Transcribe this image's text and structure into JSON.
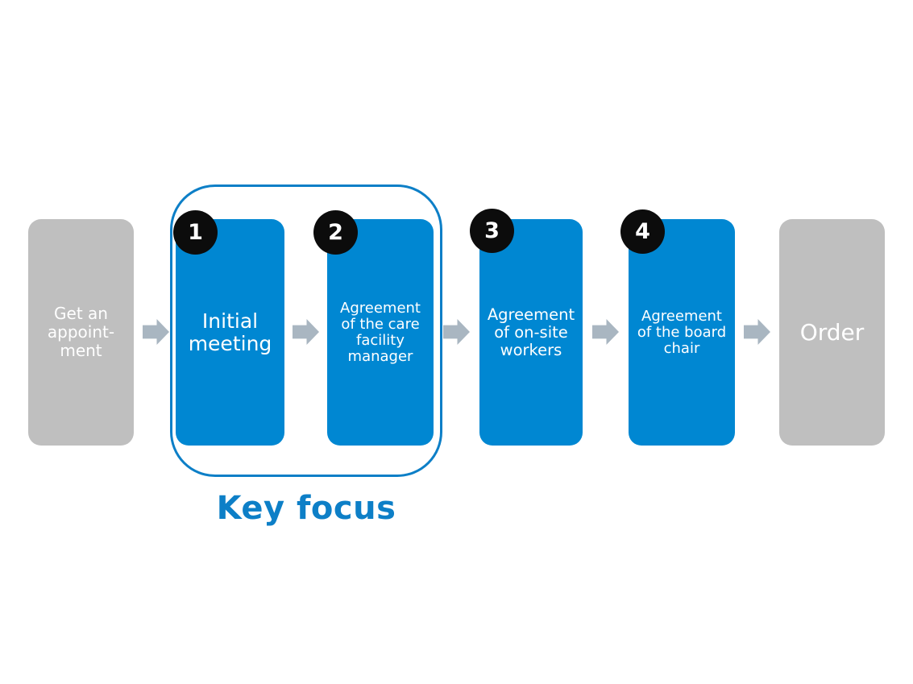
{
  "colors": {
    "box_blue": "#0087d2",
    "box_gray": "#bfbfbf",
    "accent_blue": "#0d7fc7",
    "arrow_gray": "#a9b6c1",
    "badge_black": "#0c0c0c",
    "text_white": "#ffffff",
    "canvas_bg": "#ffffff"
  },
  "steps": [
    {
      "label": "Get an\nappoint-\nment",
      "type": "muted"
    },
    {
      "label": "Initial\nmeeting",
      "type": "highlight",
      "badge": "1"
    },
    {
      "label": "Agreement\nof the care\nfacility\nmanager",
      "type": "highlight",
      "badge": "2"
    },
    {
      "label": "Agreement\nof on-site\nworkers",
      "type": "highlight",
      "badge": "3"
    },
    {
      "label": "Agreement\nof the board\nchair",
      "type": "highlight",
      "badge": "4"
    },
    {
      "label": "Order",
      "type": "muted"
    }
  ],
  "key_focus": {
    "label": "Key focus"
  }
}
